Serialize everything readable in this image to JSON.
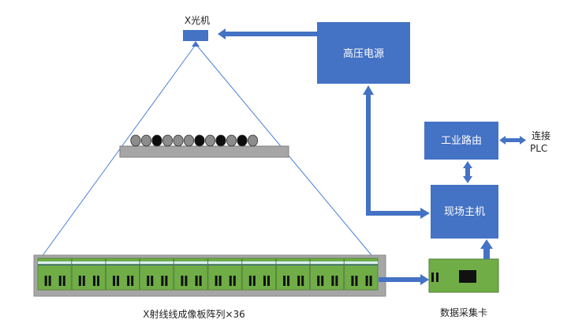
{
  "xray_source": {
    "label": "X光机"
  },
  "hv_power": {
    "label": "高压电源"
  },
  "router": {
    "label": "工业路由"
  },
  "plc_link": {
    "line1": "连接",
    "line2": "PLC"
  },
  "host": {
    "label": "现场主机"
  },
  "daq": {
    "label": "数据采集卡"
  },
  "detector": {
    "label": "X射线线成像板阵列×36",
    "panel_count": 10
  },
  "conveyor": {
    "object_pattern": [
      "gray",
      "gray",
      "black",
      "gray",
      "gray",
      "gray",
      "black",
      "gray",
      "black",
      "gray",
      "black",
      "gray"
    ]
  },
  "colors": {
    "box_blue": "#4472c4",
    "board_green": "#70ad47",
    "tray_gray": "#a6a6a6",
    "frame_gray": "#a6a6a6",
    "beam_line": "#4a7fd6",
    "chip_black": "#111111"
  }
}
